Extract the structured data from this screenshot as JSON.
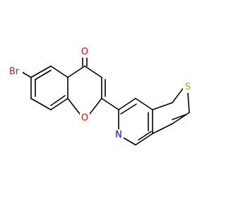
{
  "molecule": {
    "atoms": {
      "bromine": {
        "symbol": "Br",
        "color": "#a52a2a"
      },
      "carbonyl_oxygen": {
        "symbol": "O",
        "color": "#ff0000"
      },
      "ring_oxygen": {
        "symbol": "O",
        "color": "#ff0000"
      },
      "pyridine_nitrogen": {
        "symbol": "N",
        "color": "#0000ff"
      },
      "thiophene_sulfur": {
        "symbol": "S",
        "color": "#c8a000"
      }
    },
    "bond_color": "#000000"
  }
}
